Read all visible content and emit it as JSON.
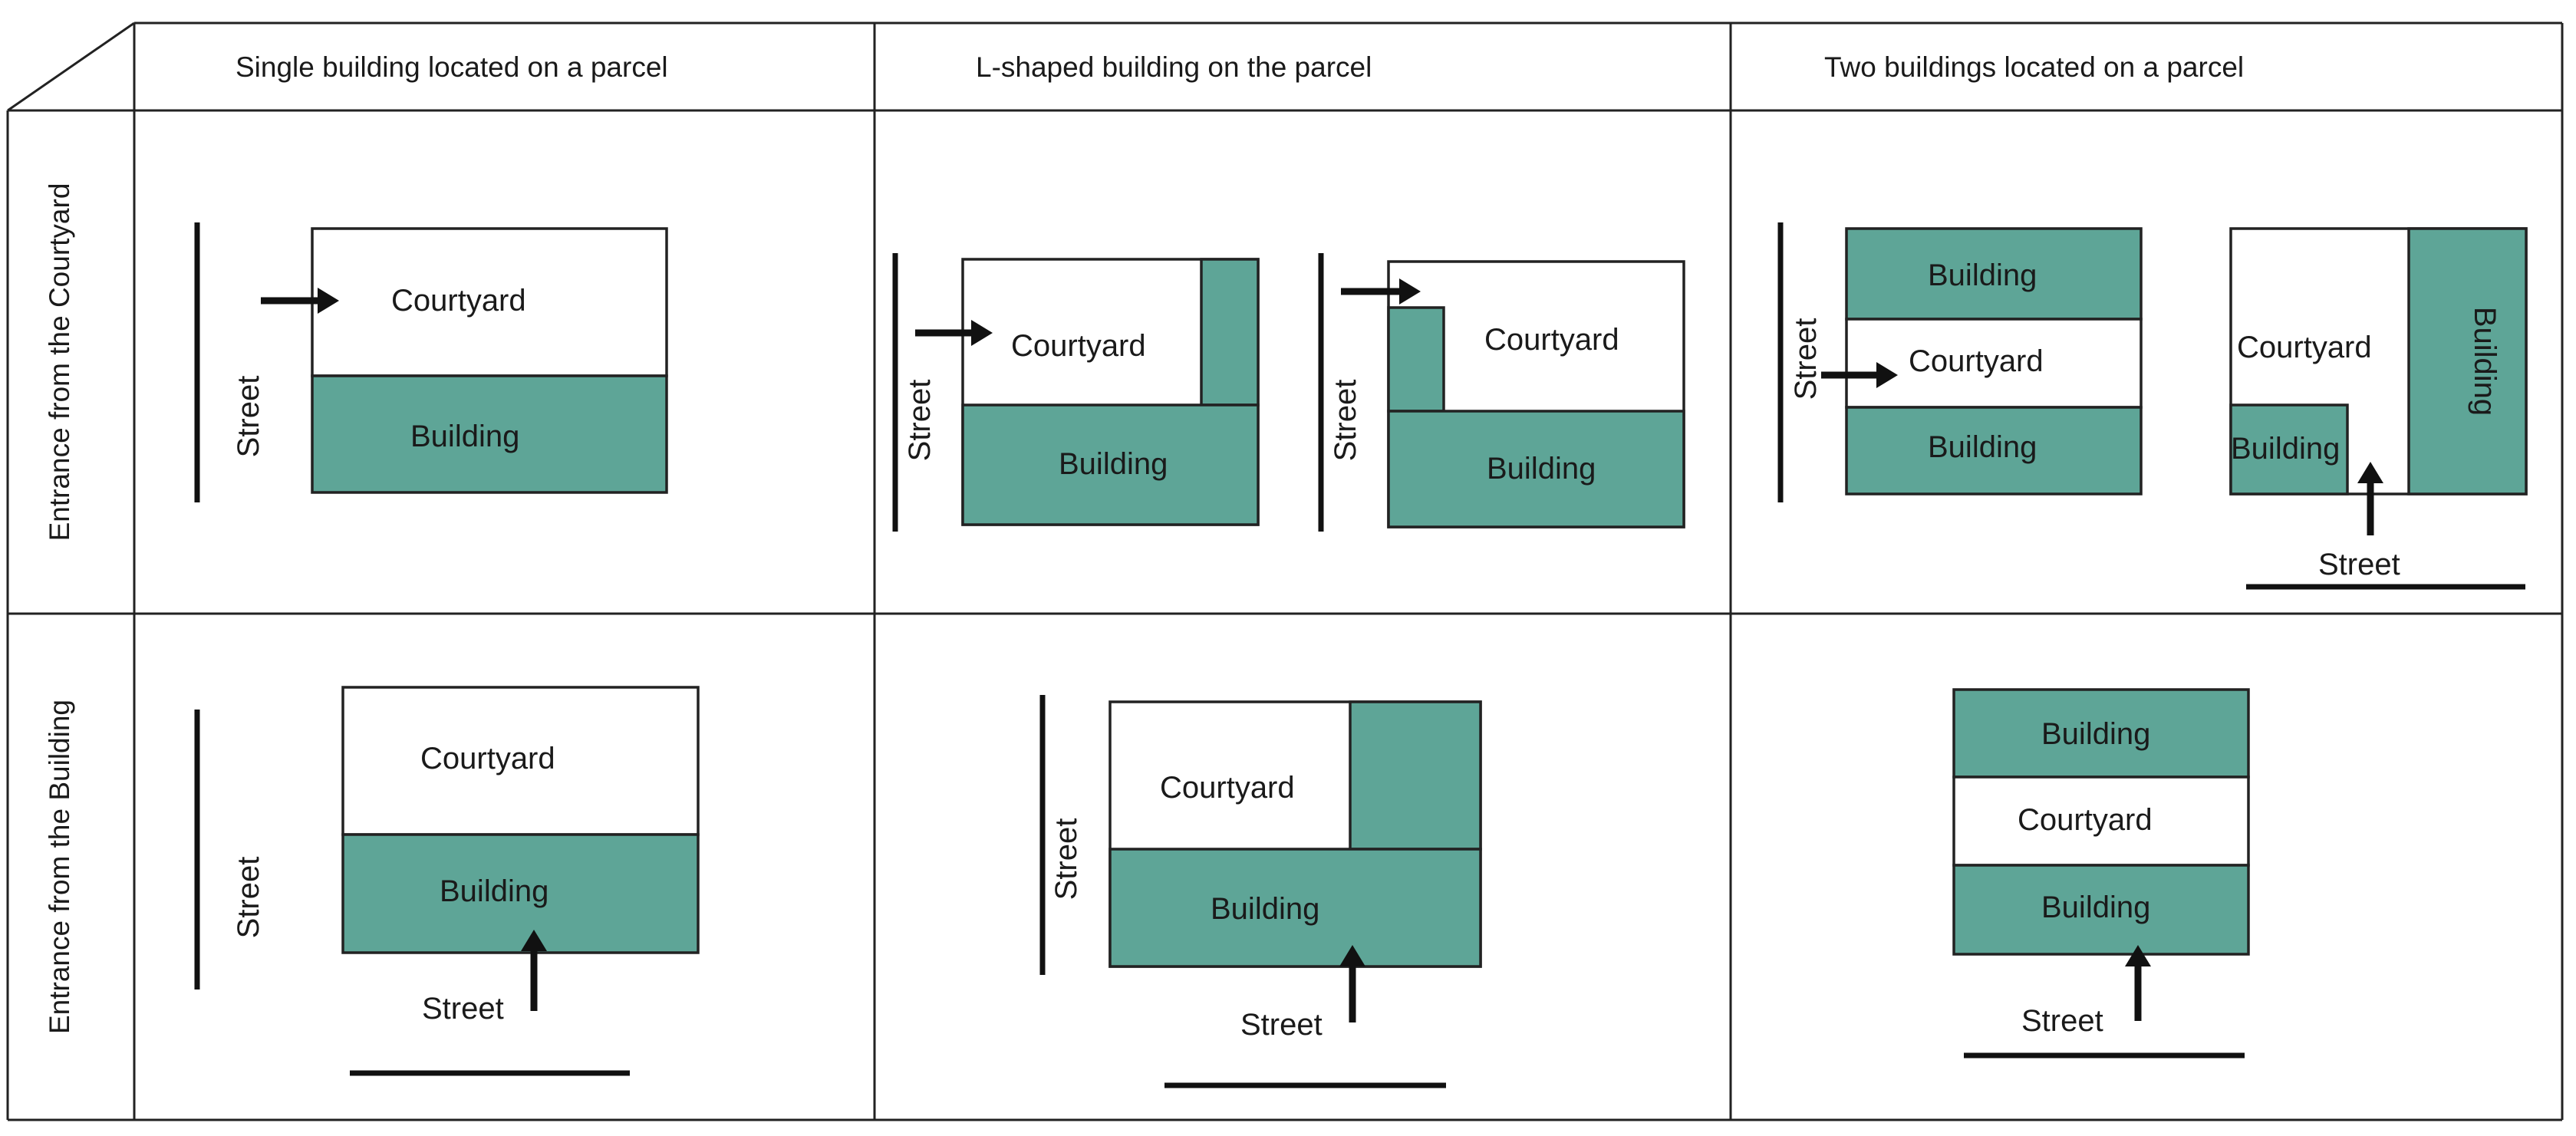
{
  "table": {
    "columns": [
      "Single building located on a parcel",
      "L-shaped building on the parcel",
      "Two buildings located on a parcel"
    ],
    "rows": [
      "Entrance from the Courtyard",
      "Entrance from the Building"
    ]
  },
  "labels": {
    "courtyard": "Courtyard",
    "building": "Building",
    "street": "Street"
  },
  "colors": {
    "building_fill": "#5ea597",
    "line": "#222222",
    "background": "#ffffff"
  }
}
